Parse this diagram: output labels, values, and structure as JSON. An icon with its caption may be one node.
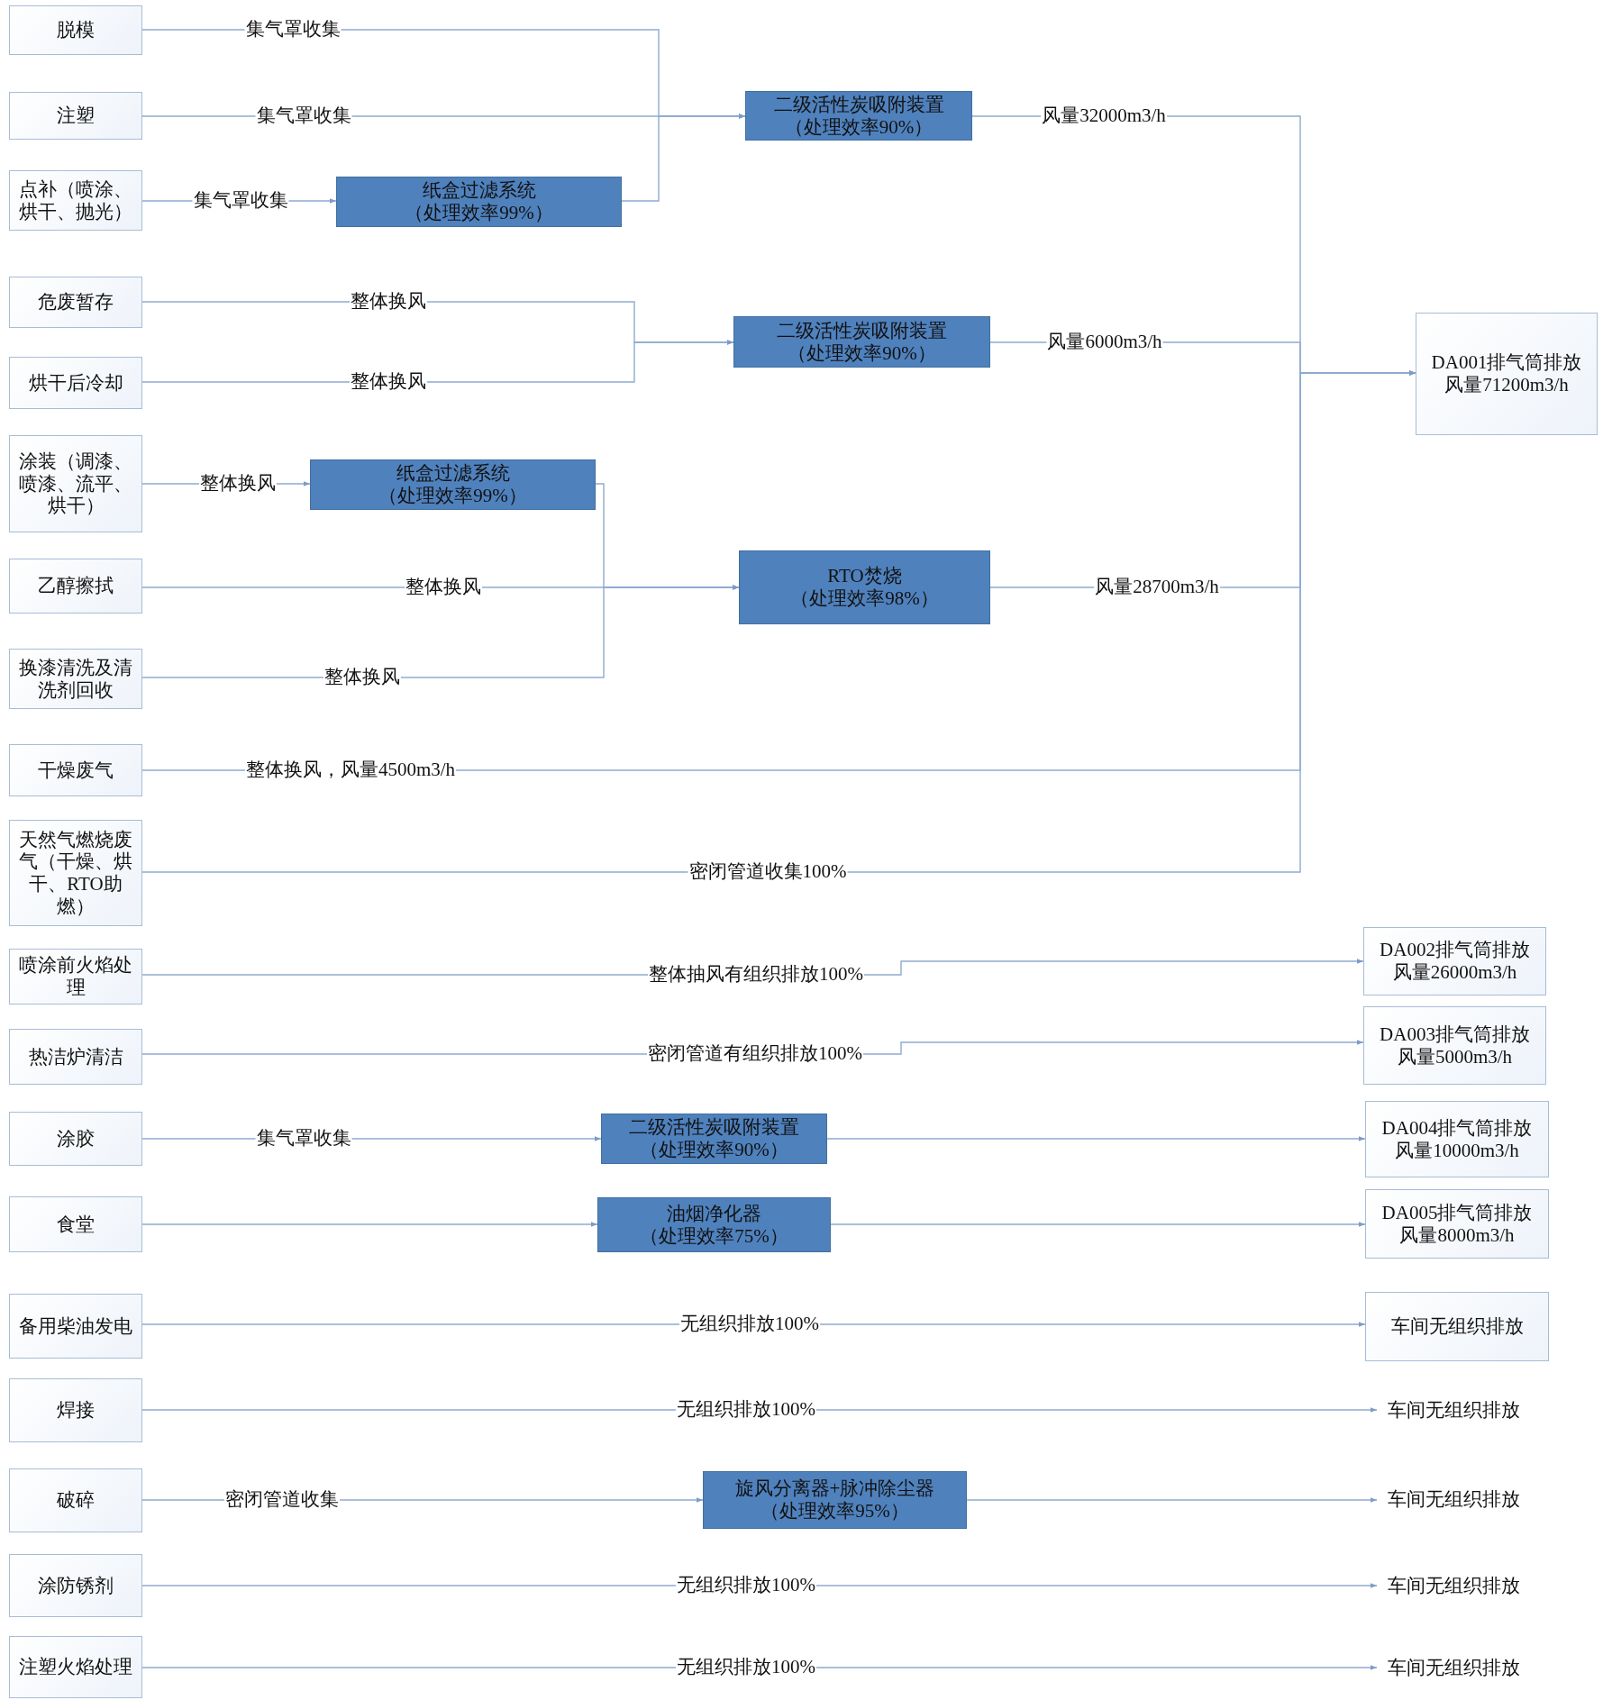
{
  "diagram": {
    "nodes": [
      {
        "text": [
          "脱模"
        ]
      },
      {
        "text": [
          "注塑"
        ]
      },
      {
        "text": [
          "点补（喷涂、烘干、抛光）"
        ]
      },
      {
        "text": [
          "纸盒过滤系统",
          "（处理效率99%）"
        ]
      },
      {
        "text": [
          "二级活性炭吸附装置",
          "（处理效率90%）"
        ]
      },
      {
        "text": [
          "危废暂存"
        ]
      },
      {
        "text": [
          "烘干后冷却"
        ]
      },
      {
        "text": [
          "二级活性炭吸附装置",
          "（处理效率90%）"
        ]
      },
      {
        "text": [
          "DA001排气筒排放",
          "风量71200m3/h"
        ]
      },
      {
        "text": [
          "涂装（调漆、喷漆、流平、烘干）"
        ]
      },
      {
        "text": [
          "纸盒过滤系统",
          "（处理效率99%）"
        ]
      },
      {
        "text": [
          "乙醇擦拭"
        ]
      },
      {
        "text": [
          "RTO焚烧",
          "（处理效率98%）"
        ]
      },
      {
        "text": [
          "换漆清洗及清洗剂回收"
        ]
      },
      {
        "text": [
          "干燥废气"
        ]
      },
      {
        "text": [
          "天然气燃烧废气（干燥、烘干、RTO助燃）"
        ]
      },
      {
        "text": [
          "喷涂前火焰处理"
        ]
      },
      {
        "text": [
          "DA002排气筒排放",
          "风量26000m3/h"
        ]
      },
      {
        "text": [
          "热洁炉清洁"
        ]
      },
      {
        "text": [
          "DA003排气筒排放",
          "风量5000m3/h"
        ]
      },
      {
        "text": [
          "涂胶"
        ]
      },
      {
        "text": [
          "二级活性炭吸附装置",
          "（处理效率90%）"
        ]
      },
      {
        "text": [
          "DA004排气筒排放",
          "风量10000m3/h"
        ]
      },
      {
        "text": [
          "食堂"
        ]
      },
      {
        "text": [
          "油烟净化器",
          "（处理效率75%）"
        ]
      },
      {
        "text": [
          "DA005排气筒排放",
          "风量8000m3/h"
        ]
      },
      {
        "text": [
          "备用柴油发电"
        ]
      },
      {
        "text": [
          "车间无组织排放"
        ]
      },
      {
        "text": [
          "焊接"
        ]
      },
      {
        "text": [
          "车间无组织排放"
        ]
      },
      {
        "text": [
          "破碎"
        ]
      },
      {
        "text": [
          "旋风分离器+脉冲除尘器",
          "（处理效率95%）"
        ]
      },
      {
        "text": [
          "车间无组织排放"
        ]
      },
      {
        "text": [
          "涂防锈剂"
        ]
      },
      {
        "text": [
          "车间无组织排放"
        ]
      },
      {
        "text": [
          "注塑火焰处理"
        ]
      },
      {
        "text": [
          "车间无组织排放"
        ]
      }
    ],
    "edges": [
      {
        "from": 0,
        "to": 4,
        "arrow": "to",
        "label": "集气罩收集"
      },
      {
        "from": 1,
        "to": 4,
        "arrow": "to",
        "label": "集气罩收集"
      },
      {
        "from": 2,
        "to": 3,
        "arrow": "to",
        "label": "集气罩收集"
      },
      {
        "from": 3,
        "to": 4,
        "arrow": "to"
      },
      {
        "from": 4,
        "to": 8,
        "arrow": "to",
        "label": "风量32000m3/h"
      },
      {
        "from": 5,
        "to": 7,
        "arrow": "to",
        "label": "整体换风"
      },
      {
        "from": 6,
        "to": 7,
        "arrow": "to",
        "label": "整体换风"
      },
      {
        "from": 7,
        "to": 8,
        "arrow": "to",
        "label": "风量6000m3/h"
      },
      {
        "from": 9,
        "to": 10,
        "arrow": "to",
        "label": "整体换风"
      },
      {
        "from": 10,
        "to": 12,
        "arrow": "to"
      },
      {
        "from": 11,
        "to": 12,
        "arrow": "to",
        "label": "整体换风"
      },
      {
        "from": 13,
        "to": 12,
        "arrow": "to",
        "label": "整体换风"
      },
      {
        "from": 12,
        "to": 8,
        "arrow": "to",
        "label": "风量28700m3/h"
      },
      {
        "from": 14,
        "to": 8,
        "arrow": "to",
        "label": "整体换风，风量4500m3/h"
      },
      {
        "from": 15,
        "to": 8,
        "arrow": "to",
        "label": "密闭管道收集100%"
      },
      {
        "from": 16,
        "to": 17,
        "arrow": "to",
        "label": "整体抽风有组织排放100%"
      },
      {
        "from": 18,
        "to": 19,
        "arrow": "to",
        "label": "密闭管道有组织排放100%"
      },
      {
        "from": 20,
        "to": 21,
        "arrow": "to",
        "label": "集气罩收集"
      },
      {
        "from": 21,
        "to": 22,
        "arrow": "to"
      },
      {
        "from": 23,
        "to": 24,
        "arrow": "to"
      },
      {
        "from": 24,
        "to": 25,
        "arrow": "to"
      },
      {
        "from": 26,
        "to": 27,
        "arrow": "to",
        "label": "无组织排放100%"
      },
      {
        "from": 28,
        "to": 29,
        "arrow": "to",
        "label": "无组织排放100%"
      },
      {
        "from": 30,
        "to": 31,
        "arrow": "to",
        "label": "密闭管道收集"
      },
      {
        "from": 31,
        "to": 32,
        "arrow": "to"
      },
      {
        "from": 33,
        "to": 34,
        "arrow": "to",
        "label": "无组织排放100%"
      },
      {
        "from": 35,
        "to": 36,
        "arrow": "to",
        "label": "无组织排放100%"
      }
    ]
  }
}
